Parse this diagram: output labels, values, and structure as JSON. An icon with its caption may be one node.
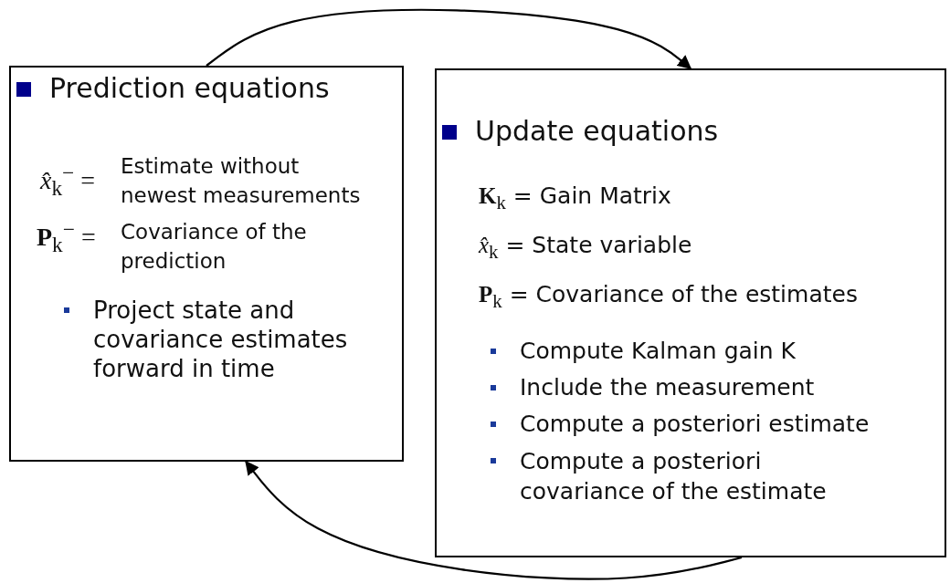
{
  "diagram": {
    "nodes": [
      {
        "text": [
          "Prediction equations",
          "*x̂*$_{k}$$^{−}$ =",
          "Estimate without newest measurements",
          "**P**$_{k}$$^{−}$ =",
          "Covariance of the prediction",
          "Project state and covariance estimates forward in time"
        ]
      },
      {
        "text": [
          "Update equations",
          "**K**$_{k}$ = Gain Matrix",
          "*x̂*$_{k}$ = State variable",
          "**P**$_{k}$ = Covariance of the estimates",
          "Compute Kalman gain K",
          "Include the measurement",
          "Compute a posteriori estimate",
          "Compute a posteriori covariance of the estimate"
        ]
      }
    ],
    "edges": [
      {
        "from": 0,
        "to": 1,
        "arrow": "to"
      },
      {
        "from": 1,
        "to": 0,
        "arrow": "to"
      }
    ]
  }
}
